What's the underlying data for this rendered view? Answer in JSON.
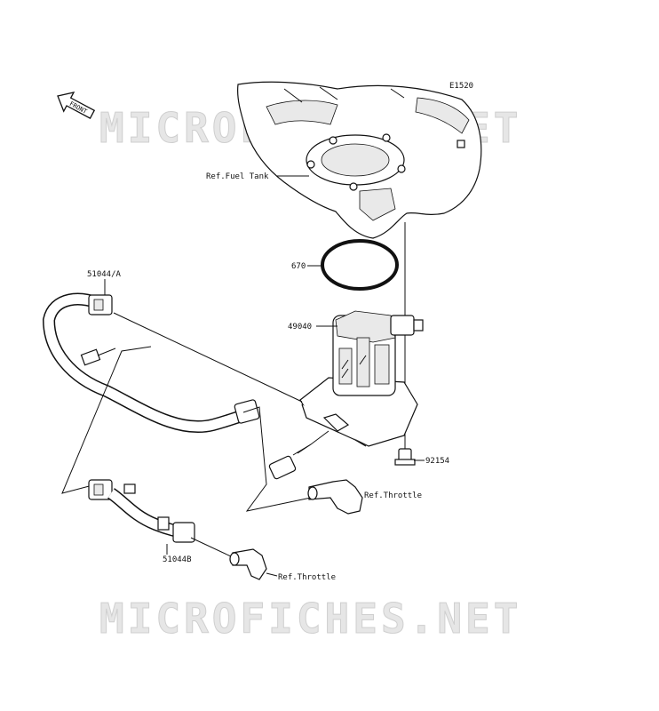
{
  "diagram_code": "E1520",
  "front_arrow_text": "FRONT",
  "watermark": "MICROFICHES.NET",
  "labels": {
    "fuel_tank": "Ref.Fuel Tank",
    "oring": "670",
    "pump": "49040",
    "bolt": "92154",
    "hose_a": "51044/A",
    "hose_b": "51044B",
    "throttle_1": "Ref.Throttle",
    "throttle_2": "Ref.Throttle"
  }
}
